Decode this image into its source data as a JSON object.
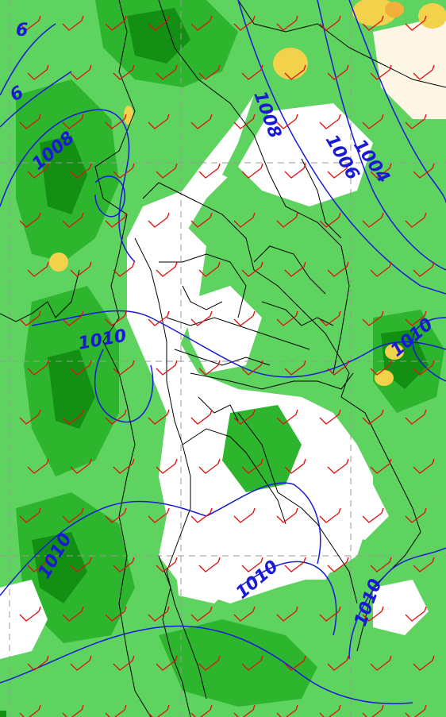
{
  "map": {
    "colors": {
      "precip_light": "#5fd35f",
      "precip_medium": "#2eb52e",
      "precip_heavy": "#138f13",
      "precip_yellow": "#f2d24a",
      "precip_orange": "#f0b03a",
      "isobar": "#1a1ad6",
      "wind_barb": "#e01414",
      "border": "#000000",
      "background": "#ffffff",
      "grid": "#9a9a9a"
    },
    "isobar_labels": [
      {
        "id": "label-1008-west",
        "text": "1008"
      },
      {
        "id": "label-1008-north",
        "text": "1008"
      },
      {
        "id": "label-1006-north",
        "text": "1006"
      },
      {
        "id": "label-1004-northeast",
        "text": "1004"
      },
      {
        "id": "label-1010-center",
        "text": "1010"
      },
      {
        "id": "label-1010-southwest",
        "text": "1010"
      },
      {
        "id": "label-1010-south",
        "text": "1010"
      },
      {
        "id": "label-1010-southeast",
        "text": "1010"
      },
      {
        "id": "label-1010-east",
        "text": "1010"
      },
      {
        "id": "label-6-topleft",
        "text": "6"
      },
      {
        "id": "label-6-left",
        "text": "6"
      }
    ]
  }
}
